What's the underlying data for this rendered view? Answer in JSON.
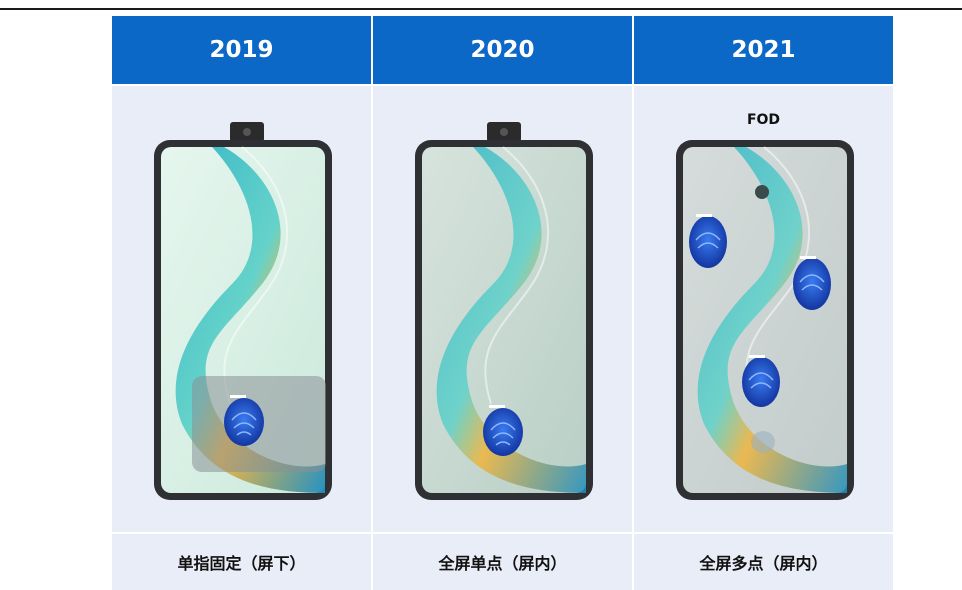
{
  "columns": [
    {
      "year": "2019",
      "caption": "单指固定（屏下）",
      "tech_label": ""
    },
    {
      "year": "2020",
      "caption": "全屏单点（屏内）",
      "tech_label": ""
    },
    {
      "year": "2021",
      "caption": "全屏多点（屏内）",
      "tech_label": "FOD"
    }
  ],
  "colors": {
    "header_blue": "#0b68c6",
    "panel_bg": "#e9edf7",
    "fingerprint_blue": "#1546c9"
  },
  "icons": [
    "pop-up-camera-icon",
    "fingerprint-icon",
    "front-camera-hole-icon"
  ]
}
